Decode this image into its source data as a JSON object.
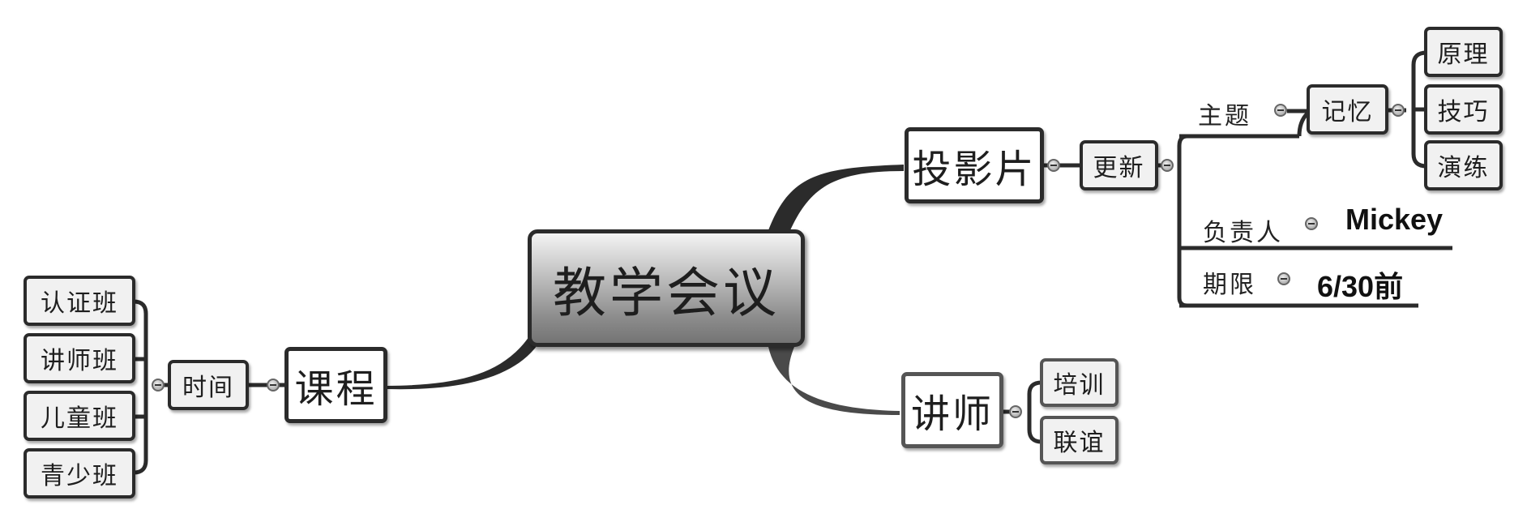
{
  "central": "教学会议",
  "branch_slides": "投影片",
  "branch_course": "课程",
  "branch_teacher": "讲师",
  "slides_update": "更新",
  "slides_topic": "主题",
  "slides_memory": "记忆",
  "slides_memory_items": [
    "原理",
    "技巧",
    "演练"
  ],
  "slides_owner_label": "负责人",
  "slides_owner_value": "Mickey",
  "slides_deadline_label": "期限",
  "slides_deadline_value": "6/30前",
  "teacher_items": [
    "培训",
    "联谊"
  ],
  "course_time": "时间",
  "course_items": [
    "认证班",
    "讲师班",
    "儿童班",
    "青少班"
  ]
}
